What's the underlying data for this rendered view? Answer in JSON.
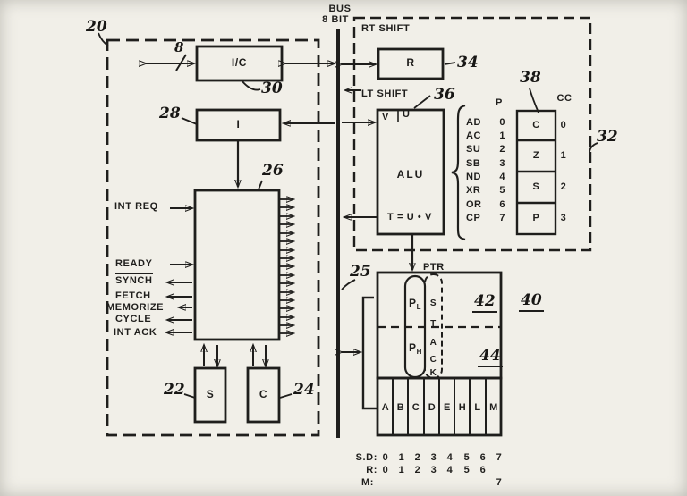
{
  "bus": {
    "label1": "BUS",
    "label2": "8 BIT",
    "ref": "25"
  },
  "cpu": {
    "ref": "20",
    "bus_width": "8",
    "ic": {
      "label": "I/C",
      "ref": "30"
    },
    "i": {
      "label": "I",
      "ref": "28"
    },
    "timing": {
      "ref": "26"
    },
    "signals": [
      {
        "label": "INT REQ",
        "dir": "in"
      },
      {
        "label": "READY",
        "dir": "in"
      },
      {
        "label": "SYNCH",
        "dir": "out"
      },
      {
        "label": "FETCH",
        "dir": "out"
      },
      {
        "label": "MEMORIZE",
        "dir": "out"
      },
      {
        "label": "CYCLE",
        "dir": "out"
      },
      {
        "label": "INT ACK",
        "dir": "out"
      }
    ],
    "s": {
      "label": "S",
      "ref": "22"
    },
    "c": {
      "label": "C",
      "ref": "24"
    }
  },
  "alu_section": {
    "ref": "32",
    "rt_shift": "RT SHIFT",
    "lt_shift": "LT SHIFT",
    "r": {
      "label": "R",
      "ref": "34"
    },
    "alu": {
      "ref": "36",
      "v": "V",
      "u": "U",
      "name": "ALU",
      "output": "T = U • V"
    },
    "ops": {
      "header": "P",
      "rows": [
        {
          "m": "AD",
          "p": "0"
        },
        {
          "m": "AC",
          "p": "1"
        },
        {
          "m": "SU",
          "p": "2"
        },
        {
          "m": "SB",
          "p": "3"
        },
        {
          "m": "ND",
          "p": "4"
        },
        {
          "m": "XR",
          "p": "5"
        },
        {
          "m": "OR",
          "p": "6"
        },
        {
          "m": "CP",
          "p": "7"
        }
      ]
    },
    "cc": {
      "ref": "38",
      "header": "CC",
      "cells": [
        {
          "letter": "C",
          "num": "0"
        },
        {
          "letter": "Z",
          "num": "1"
        },
        {
          "letter": "S",
          "num": "2"
        },
        {
          "letter": "P",
          "num": "3"
        }
      ]
    }
  },
  "regfile": {
    "ref": "40",
    "ptr": "PTR",
    "upper_ref": "42",
    "lower_ref": "44",
    "pl": {
      "base": "P",
      "sub": "L"
    },
    "ph": {
      "base": "P",
      "sub": "H"
    },
    "stack": [
      "S",
      "T",
      "A",
      "C",
      "K"
    ],
    "cells": [
      "A",
      "B",
      "C",
      "D",
      "E",
      "H",
      "L",
      "M"
    ]
  },
  "legend": {
    "rows": [
      {
        "label": "S.D:",
        "values": [
          "0",
          "1",
          "2",
          "3",
          "4",
          "5",
          "6",
          "7"
        ]
      },
      {
        "label": "R:",
        "values": [
          "0",
          "1",
          "2",
          "3",
          "4",
          "5",
          "6",
          ""
        ]
      },
      {
        "label": "M:",
        "values": [
          "",
          "",
          "",
          "",
          "",
          "",
          "",
          "7"
        ]
      }
    ]
  }
}
